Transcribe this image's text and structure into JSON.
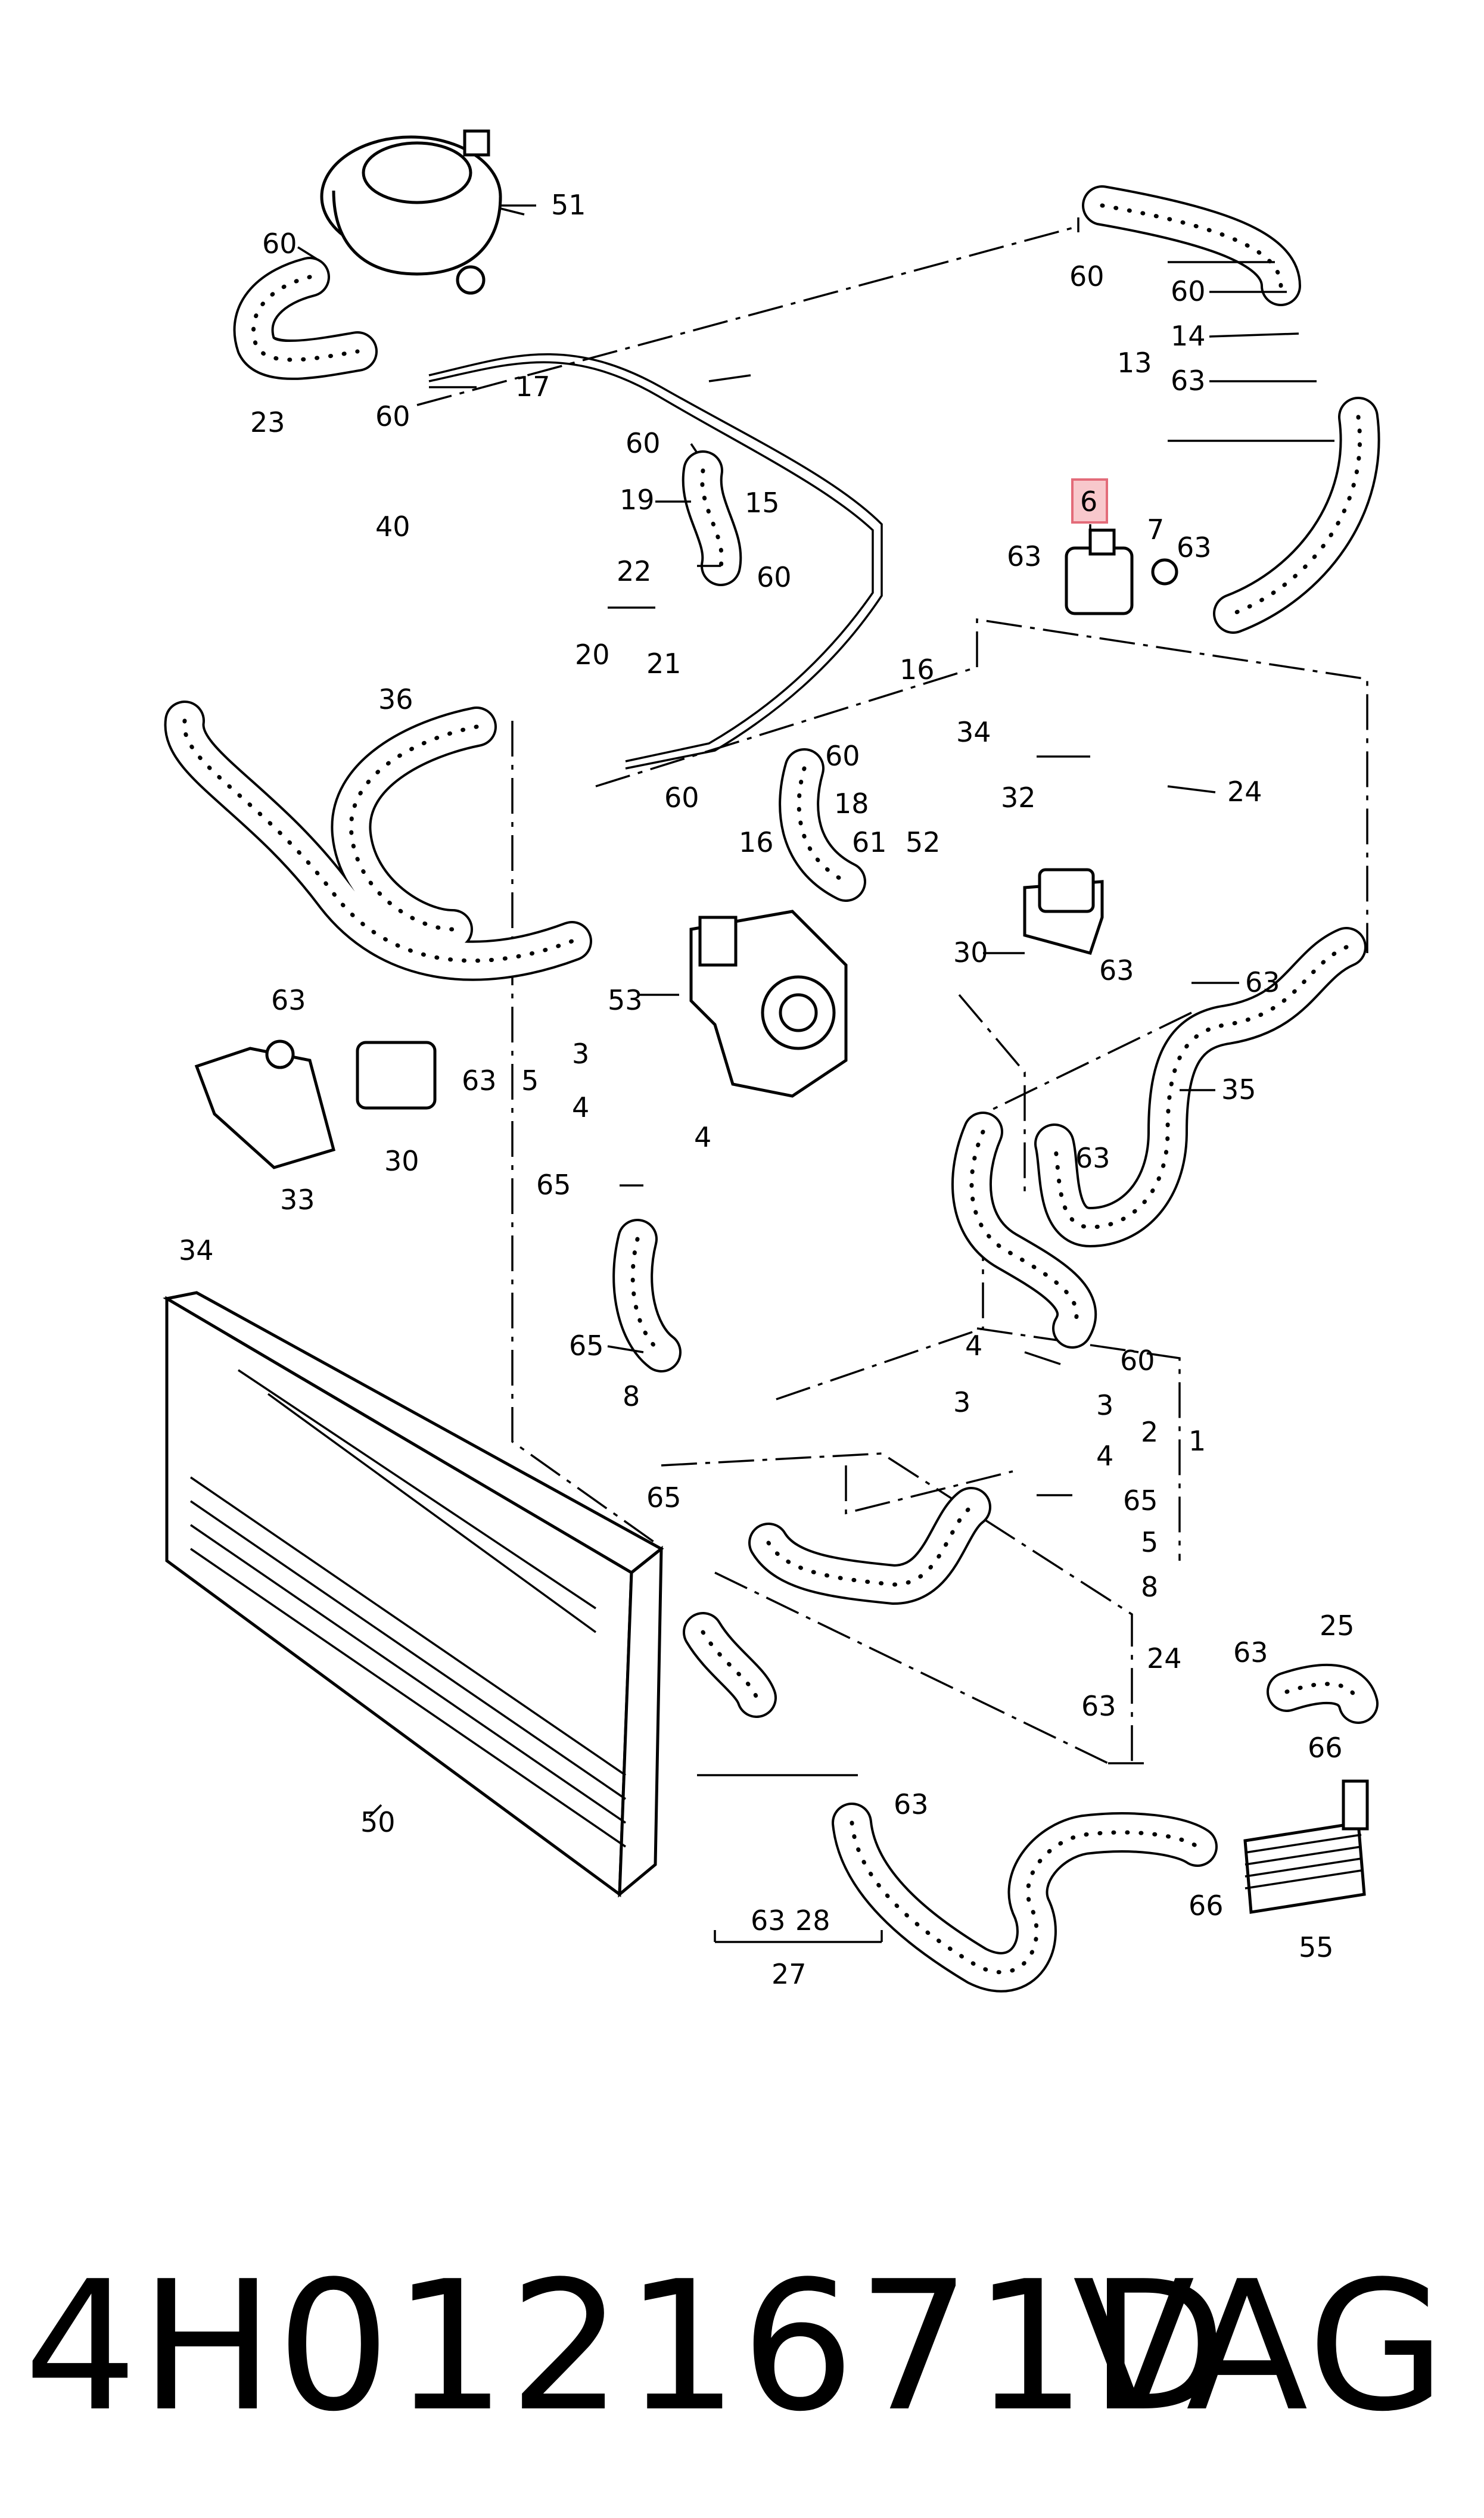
{
  "footer": {
    "part_number": "4H0121671D",
    "brand": "VAG"
  },
  "highlighted_callout": "6",
  "colors": {
    "highlight_fill": "#f8c8cc",
    "highlight_stroke": "#e36b79",
    "line": "#000000"
  },
  "callouts": [
    {
      "id": "c51",
      "label": "51"
    },
    {
      "id": "c60a",
      "label": "60"
    },
    {
      "id": "c60b",
      "label": "60"
    },
    {
      "id": "c17",
      "label": "17"
    },
    {
      "id": "c23",
      "label": "23"
    },
    {
      "id": "c60c",
      "label": "60"
    },
    {
      "id": "c60d",
      "label": "60"
    },
    {
      "id": "c15",
      "label": "15"
    },
    {
      "id": "c19",
      "label": "19"
    },
    {
      "id": "c22",
      "label": "22"
    },
    {
      "id": "c60e",
      "label": "60"
    },
    {
      "id": "c40",
      "label": "40"
    },
    {
      "id": "c20",
      "label": "20"
    },
    {
      "id": "c21",
      "label": "21"
    },
    {
      "id": "c16a",
      "label": "16"
    },
    {
      "id": "c13",
      "label": "13"
    },
    {
      "id": "c60f",
      "label": "60"
    },
    {
      "id": "c14",
      "label": "14"
    },
    {
      "id": "c63a",
      "label": "63"
    },
    {
      "id": "c6",
      "label": "6"
    },
    {
      "id": "c7",
      "label": "7"
    },
    {
      "id": "c63b",
      "label": "63"
    },
    {
      "id": "c63c",
      "label": "63"
    },
    {
      "id": "c36",
      "label": "36"
    },
    {
      "id": "c60g",
      "label": "60"
    },
    {
      "id": "c60h",
      "label": "60"
    },
    {
      "id": "c18",
      "label": "18"
    },
    {
      "id": "c16b",
      "label": "16"
    },
    {
      "id": "c61",
      "label": "61"
    },
    {
      "id": "c52",
      "label": "52"
    },
    {
      "id": "c34a",
      "label": "34"
    },
    {
      "id": "c24a",
      "label": "24"
    },
    {
      "id": "c32",
      "label": "32"
    },
    {
      "id": "c30a",
      "label": "30"
    },
    {
      "id": "c63d",
      "label": "63"
    },
    {
      "id": "c63e",
      "label": "63"
    },
    {
      "id": "c53",
      "label": "53"
    },
    {
      "id": "c63f",
      "label": "63"
    },
    {
      "id": "c63g",
      "label": "63"
    },
    {
      "id": "c3a",
      "label": "3"
    },
    {
      "id": "c5a",
      "label": "5"
    },
    {
      "id": "c4a",
      "label": "4"
    },
    {
      "id": "c4b",
      "label": "4"
    },
    {
      "id": "c35",
      "label": "35"
    },
    {
      "id": "c63h",
      "label": "63"
    },
    {
      "id": "c30b",
      "label": "30"
    },
    {
      "id": "c33",
      "label": "33"
    },
    {
      "id": "c65a",
      "label": "65"
    },
    {
      "id": "c34b",
      "label": "34"
    },
    {
      "id": "c65b",
      "label": "65"
    },
    {
      "id": "c4c",
      "label": "4"
    },
    {
      "id": "c60i",
      "label": "60"
    },
    {
      "id": "c8a",
      "label": "8"
    },
    {
      "id": "c3b",
      "label": "3"
    },
    {
      "id": "c3c",
      "label": "3"
    },
    {
      "id": "c2",
      "label": "2"
    },
    {
      "id": "c1",
      "label": "1"
    },
    {
      "id": "c4d",
      "label": "4"
    },
    {
      "id": "c65c",
      "label": "65"
    },
    {
      "id": "c65d",
      "label": "65"
    },
    {
      "id": "c5b",
      "label": "5"
    },
    {
      "id": "c8b",
      "label": "8"
    },
    {
      "id": "c24b",
      "label": "24"
    },
    {
      "id": "c25",
      "label": "25"
    },
    {
      "id": "c63i",
      "label": "63"
    },
    {
      "id": "c63j",
      "label": "63"
    },
    {
      "id": "c66a",
      "label": "66"
    },
    {
      "id": "c63k",
      "label": "63"
    },
    {
      "id": "c50",
      "label": "50"
    },
    {
      "id": "c66b",
      "label": "66"
    },
    {
      "id": "c63l",
      "label": "63"
    },
    {
      "id": "c28",
      "label": "28"
    },
    {
      "id": "c55",
      "label": "55"
    },
    {
      "id": "c27",
      "label": "27"
    }
  ]
}
